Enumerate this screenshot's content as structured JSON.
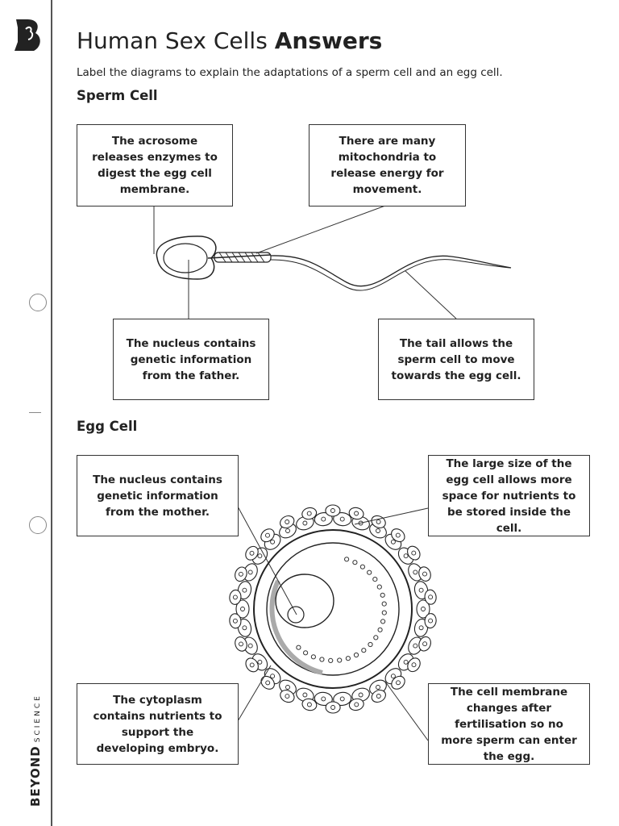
{
  "brand": {
    "name_bold": "BEYOND",
    "name_light": "SCIENCE"
  },
  "title": {
    "plain": "Human Sex Cells ",
    "bold": "Answers"
  },
  "subtitle": "Label the diagrams to explain the adaptations of a sperm cell and an egg cell.",
  "sperm": {
    "heading": "Sperm Cell",
    "labels": {
      "acrosome": "The acrosome releases enzymes to digest the egg cell membrane.",
      "mitochondria": "There are many mitochondria to release energy for movement.",
      "nucleus": "The nucleus contains genetic information from the father.",
      "tail": "The tail allows the sperm cell to move towards the egg cell."
    }
  },
  "egg": {
    "heading": "Egg Cell",
    "labels": {
      "nucleus": "The nucleus contains genetic information from the mother.",
      "size": "The large size of the egg cell allows more space for nutrients to be stored inside the cell.",
      "cytoplasm": "The cytoplasm contains nutrients to support the developing embryo.",
      "membrane": "The cell membrane changes after fertilisation so no more sperm can enter the egg."
    }
  }
}
